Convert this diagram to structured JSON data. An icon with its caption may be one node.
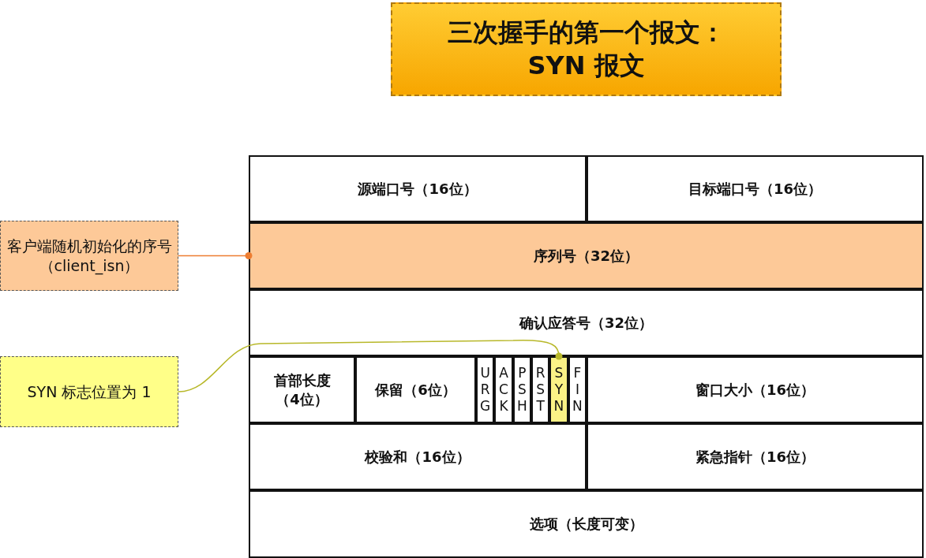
{
  "diagram": {
    "title": "三次握手的第一个报文：SYN 报文",
    "nodes": [
      {
        "text": [
          "源端口号（16位）"
        ]
      },
      {
        "text": [
          "目标端口号（16位）"
        ]
      },
      {
        "text": [
          "序列号（32位）"
        ]
      },
      {
        "text": [
          "确认应答号（32位）"
        ]
      },
      {
        "text": [
          "首部长度（4位）"
        ]
      },
      {
        "text": [
          "保留（6位）"
        ]
      },
      {
        "text": [
          "URG"
        ]
      },
      {
        "text": [
          "ACK"
        ]
      },
      {
        "text": [
          "PSH"
        ]
      },
      {
        "text": [
          "RST"
        ]
      },
      {
        "text": [
          "SYN"
        ]
      },
      {
        "text": [
          "FIN"
        ]
      },
      {
        "text": [
          "窗口大小（16位）"
        ]
      },
      {
        "text": [
          "校验和（16位）"
        ]
      },
      {
        "text": [
          "紧急指针（16位）"
        ]
      },
      {
        "text": [
          "选项（长度可变）"
        ]
      },
      {
        "text": [
          "客户端随机初始化的序号（client_isn）"
        ]
      },
      {
        "text": [
          "SYN 标志位置为 1"
        ]
      }
    ],
    "edges": [
      {
        "from": 16,
        "to": 2,
        "arrow": "other",
        "color": "#ed7d31"
      },
      {
        "from": 17,
        "to": 10,
        "arrow": "other",
        "color": "#b8b82a"
      }
    ]
  }
}
